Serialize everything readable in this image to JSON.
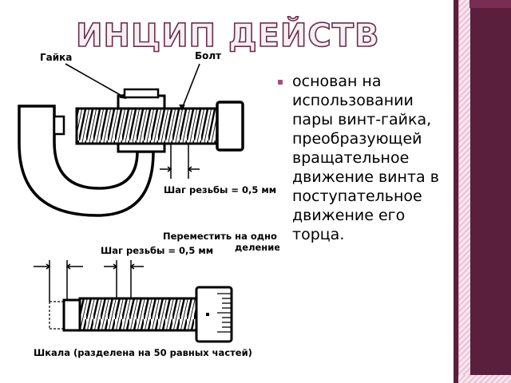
{
  "slide": {
    "title": "ПРИНЦИП ДЕЙСТВИЯ",
    "bullets": [
      "основан на использовании пары винт-гайка, преобразующей вращательное движение винта в поступательное движение его торца."
    ]
  },
  "diagram": {
    "labels": {
      "nut": "Гайка",
      "bolt": "Болт",
      "pitch_top": "Шаг резьбы = 0,5 мм",
      "move_line1": "Переместить на одно",
      "move_line2": "деление",
      "pitch_bottom": "Шаг резьбы = 0,5 мм",
      "scale": "Шкала (разделена на 50 равных частей)"
    }
  },
  "colors": {
    "title_fill": "#f4f0f2",
    "title_stroke": "#6b2d4c",
    "accent": "#5a1f3c",
    "bullet": "#a64d79"
  }
}
